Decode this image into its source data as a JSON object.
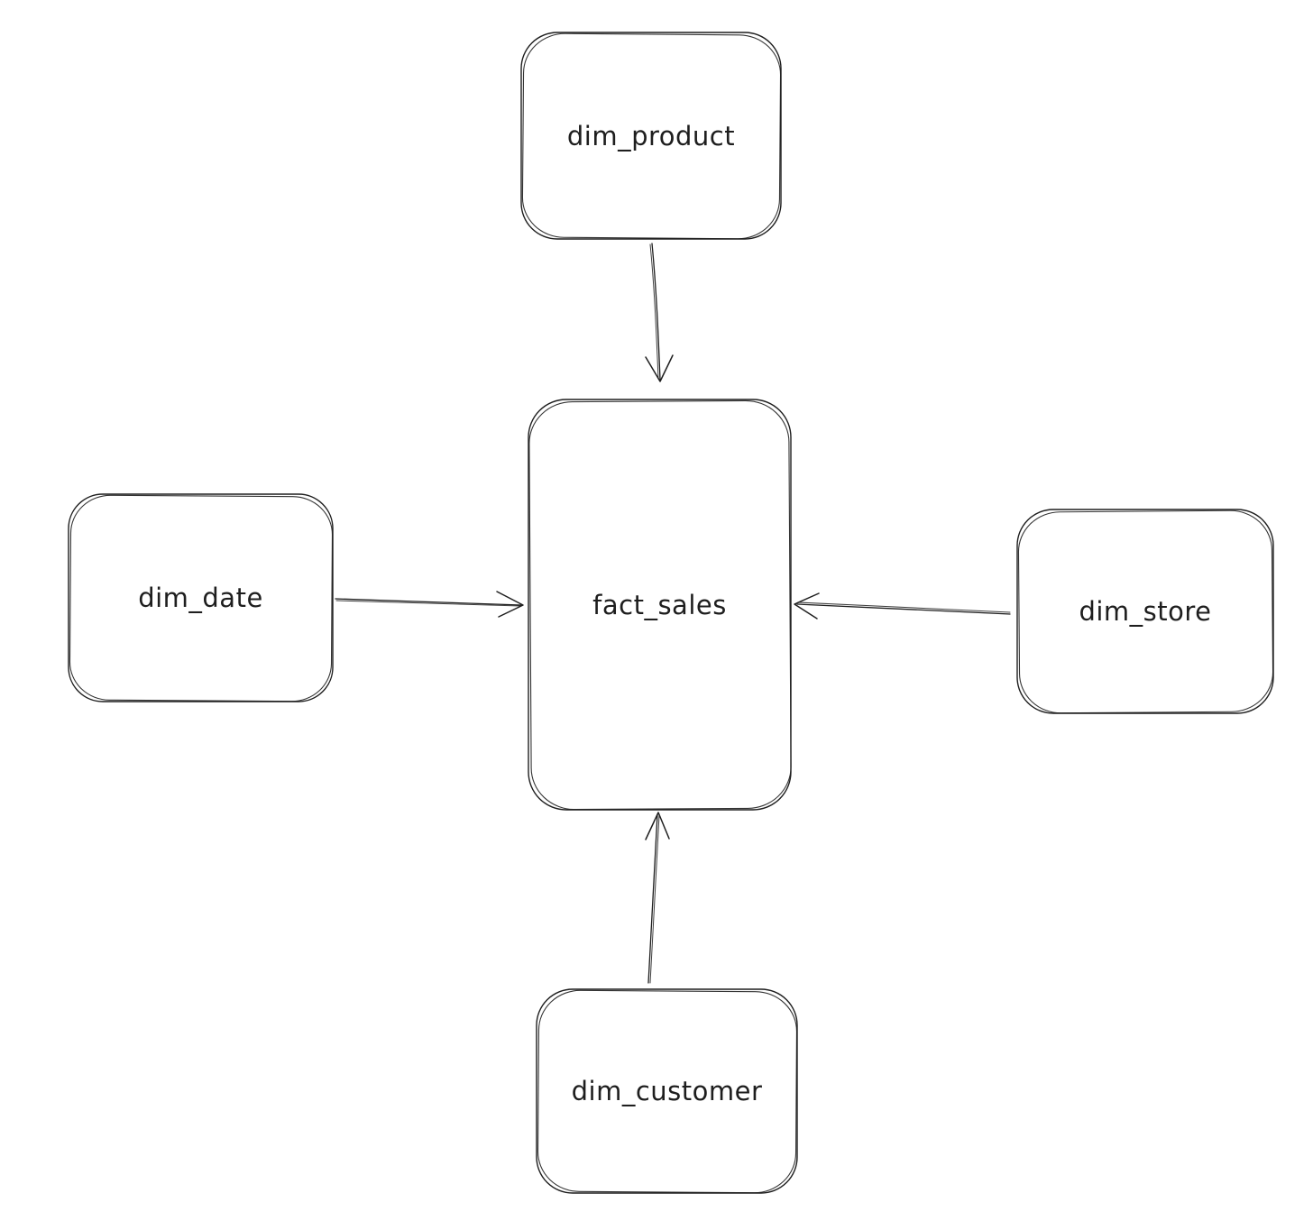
{
  "diagram": {
    "type": "star-schema-entity-diagram",
    "background_color": "#ffffff",
    "stroke_color": "#1e1e1e",
    "nodes": [
      {
        "id": "dim_product",
        "label": "dim_product",
        "position": "top"
      },
      {
        "id": "dim_date",
        "label": "dim_date",
        "position": "left"
      },
      {
        "id": "fact_sales",
        "label": "fact_sales",
        "position": "center"
      },
      {
        "id": "dim_store",
        "label": "dim_store",
        "position": "right"
      },
      {
        "id": "dim_customer",
        "label": "dim_customer",
        "position": "bottom"
      }
    ],
    "edges": [
      {
        "from": "dim_product",
        "to": "fact_sales",
        "direction": "down"
      },
      {
        "from": "dim_date",
        "to": "fact_sales",
        "direction": "right"
      },
      {
        "from": "dim_store",
        "to": "fact_sales",
        "direction": "left"
      },
      {
        "from": "dim_customer",
        "to": "fact_sales",
        "direction": "up"
      }
    ]
  }
}
